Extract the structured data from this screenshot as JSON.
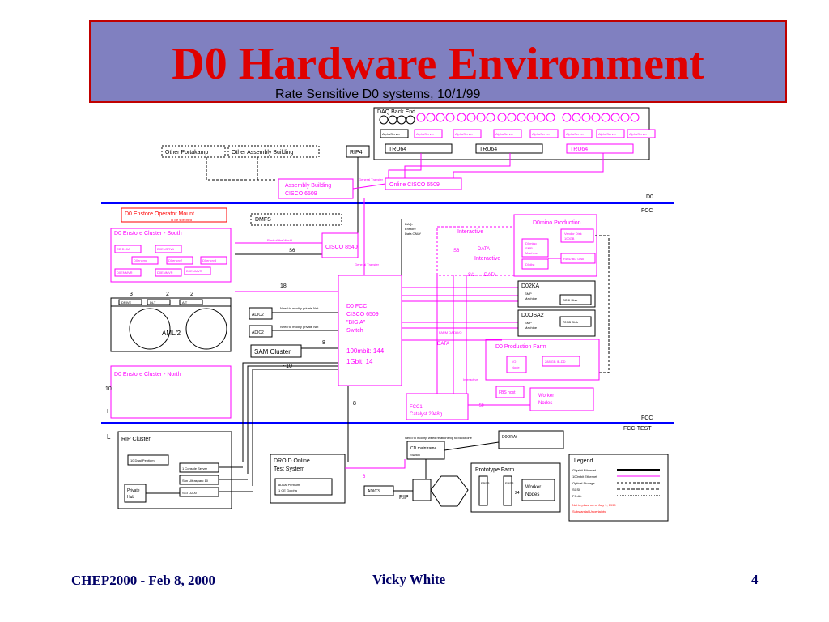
{
  "slide": {
    "title": "D0 Hardware Environment",
    "subtitle": "Rate Sensitive D0 systems, 10/1/99"
  },
  "footer": {
    "left": "CHEP2000 - Feb 8, 2000",
    "center": "Vicky White",
    "right": "4"
  },
  "diagram": {
    "daq": {
      "title": "DAQ Back End",
      "node_label": "AlphaServer",
      "tru64": "TRU64"
    },
    "other_portakamp": "Other Portakamp",
    "other_assembly": "Other Assembly Building",
    "rip4": "RIP4",
    "general_transfer": "General Transfer",
    "assembly_cisco_line1": "Assembly Building",
    "assembly_cisco_line2": "CISCO 6509",
    "online_cisco": "Online CISCO 6509",
    "d0_label": "D0",
    "fcc_label": "FCC",
    "fcc2_label": "FCC",
    "fcctest_label": "FCC-TEST",
    "operator_mount_line1": "D0 Enstore Operator Mount",
    "operator_mount_line2": "To Be specified",
    "dmfs": "DMFS",
    "south_cluster": "D0 Enstore Cluster - South",
    "south_nodes": [
      "CB D10A",
      "D0ENSRV1",
      "D0encmd",
      "D0encrv2",
      "D0encrv3",
      "D0ENMVR",
      "D0ENMVR",
      "D0ENMVR"
    ],
    "rest_of_world": "Rest of the World",
    "num_s6": "S6",
    "cisco8540": "CISCO 8540",
    "general_transfer2": "General Transfer",
    "daq_enstore": [
      "DAQ-",
      "Enstore",
      "Data ONLY"
    ],
    "interactive": "Interactive",
    "data1": "DATA",
    "data2": "DATA",
    "data3": "DATA",
    "interactive2": "Interactive",
    "s6": "S6",
    "s1": "S/1",
    "d0mino_title": "D0mino Production",
    "d0mino_machine": [
      "D0mino",
      "SMP",
      "Machine"
    ],
    "d0dist": "D0dist",
    "vendor_disk": [
      "Vendor Disk",
      "100GB"
    ],
    "raid_disk": "RAID BD Disk",
    "nums_left": [
      "3",
      "2",
      "2"
    ],
    "robot_drives": [
      "DRIVE",
      "DLT",
      "AIT"
    ],
    "aml2": "AML/2",
    "adic2a": "ADIC2",
    "adic2b": "ADIC2",
    "need_note1": "Need to modify private Net",
    "need_note2": "Need to modify private Net",
    "num_18": "18",
    "num_8a": "8",
    "num_10": "~10",
    "num_8b": "8",
    "sam_cluster": "SAM Cluster",
    "d0fcc": [
      "D0 FCC",
      "CISCO 6509",
      "\"BIG A\"",
      "Switch"
    ],
    "mbit": "100mbit: 144",
    "gbit": "1Gbit: 14",
    "d02ka": "D02KA",
    "d02ka_smp": [
      "SMP",
      "Machine"
    ],
    "scsi_disk": "SCSI Disk",
    "d0osa2": "D0OSA2",
    "d0osa2_smp": [
      "SMP",
      "Machine"
    ],
    "disk72": "72GB Disk",
    "farm_data": "FARM DATA I/O",
    "d0_farm": "D0 Production Farm",
    "io_node": [
      "I/O",
      "Node"
    ],
    "farm_disk": "288 GB IB-DD",
    "interactive3": "Interactive",
    "fbs": "FBS host",
    "worker": [
      "Worker",
      "Nodes"
    ],
    "num_50": "50",
    "north_cluster": "D0 Enstore Cluster - North",
    "fcc1": [
      "FCC1",
      "Catalyst 2948g"
    ],
    "side_nums": [
      "10",
      "I",
      "L"
    ],
    "rip_cluster": "RIP Cluster",
    "dual_pentium": "10 Dual Pentium",
    "console_server": "1 Console Server",
    "sun_ultra": "Sun Ultrasparc 10",
    "sgi": "SGI O200",
    "private_hub": [
      "Private",
      "Hub"
    ],
    "droid_title": [
      "DROID Online",
      "Test System"
    ],
    "droid_sub": [
      "8Dual Pentium",
      "1 CE Golpha"
    ],
    "need_modify_long": "Need to modify, weed relationship to backbone",
    "d0ora": "D0ORAt",
    "cd_mainframe": [
      "CD mainframe",
      "Switch"
    ],
    "num_6": "6",
    "adic3": "ADIC3",
    "rip": "RIP",
    "prototype_farm": "Prototype Farm",
    "fbsp": "FBSP",
    "fbsp2": "FBSP",
    "num_24": "24",
    "proto_worker": [
      "Worker",
      "Nodes"
    ],
    "legend_title": "Legend",
    "legend_items": [
      "Gigabit Ethernet",
      "100mbit Ethernet",
      "Optical Storage",
      "SCSI",
      "FC-AL"
    ],
    "legend_red1": "Not in place as of July 1, 1999",
    "legend_red2": "Substantial Uncertainty",
    "colors": {
      "magenta": "#ff00ff",
      "blue": "#0000ff",
      "red": "#ff0000",
      "title_bg": "#8080c0",
      "footer": "#000066"
    }
  }
}
